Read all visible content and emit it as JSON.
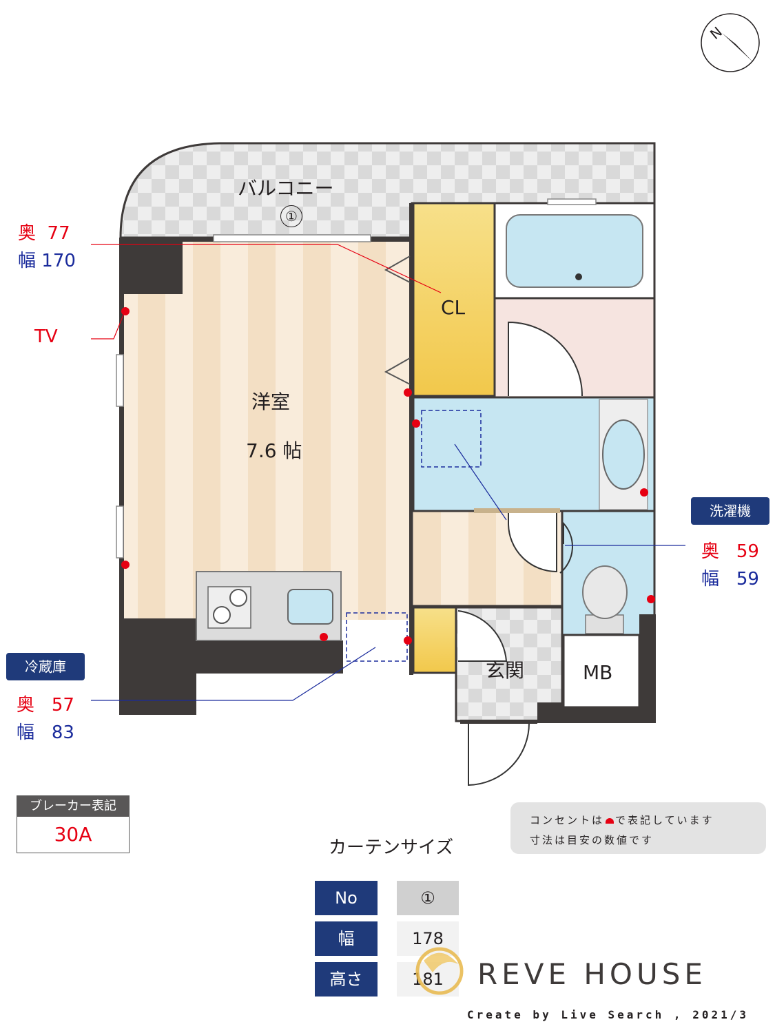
{
  "floorplan": {
    "balcony_label": "バルコニー",
    "balcony_curtain_no": "①",
    "closet_label": "CL",
    "room_label": "洋室",
    "room_size": "7.6 帖",
    "entrance_label": "玄関",
    "meter_box_label": "MB"
  },
  "annotations": {
    "window": {
      "depth_label": "奥",
      "depth_value": "77",
      "width_label": "幅",
      "width_value": "170"
    },
    "tv_label": "TV",
    "washer": {
      "title": "洗濯機",
      "depth_label": "奥",
      "depth_value": "59",
      "width_label": "幅",
      "width_value": "59"
    },
    "fridge": {
      "title": "冷蔵庫",
      "depth_label": "奥",
      "depth_value": "57",
      "width_label": "幅",
      "width_value": "83"
    }
  },
  "breaker": {
    "title": "ブレーカー表記",
    "value": "30A"
  },
  "notes": {
    "line1": "コンセントは",
    "line1_end": "で表記しています",
    "line2": "寸法は目安の数値です"
  },
  "curtain_table": {
    "title": "カーテンサイズ",
    "rows": [
      {
        "head": "No",
        "value": "①"
      },
      {
        "head": "幅",
        "value": "178"
      },
      {
        "head": "高さ",
        "value": "181"
      }
    ]
  },
  "compass": {
    "north_label": "N"
  },
  "brand": {
    "name": "REVE HOUSE",
    "credit": "Create by Live Search , 2021/3"
  },
  "colors": {
    "outlet": "#e60012",
    "tag_bg": "#1f3a7a",
    "wall": "#3e3a39",
    "room_floor": "#f3dfc4",
    "wet_floor": "#c6e6f2"
  }
}
